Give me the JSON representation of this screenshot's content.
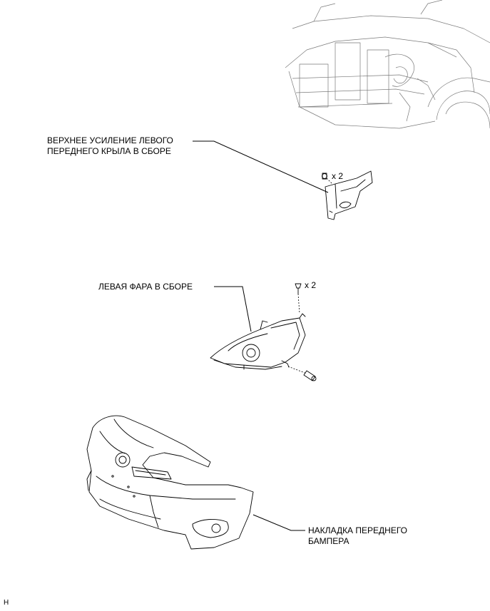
{
  "labels": {
    "fender_reinforcement": [
      "ВЕРХНЕЕ УСИЛЕНИЕ ЛЕВОГО",
      "ПЕРЕДНЕГО КРЫЛА В СБОРЕ"
    ],
    "headlamp": "ЛЕВАЯ ФАРА В СБОРЕ",
    "bumper_cover": [
      "НАКЛАДКА ПЕРЕДНЕГО",
      "БАМПЕРА"
    ]
  },
  "quantities": {
    "reinforcement_bolts": "x 2",
    "headlamp_bolts": "x 2"
  },
  "corner_mark": "H"
}
